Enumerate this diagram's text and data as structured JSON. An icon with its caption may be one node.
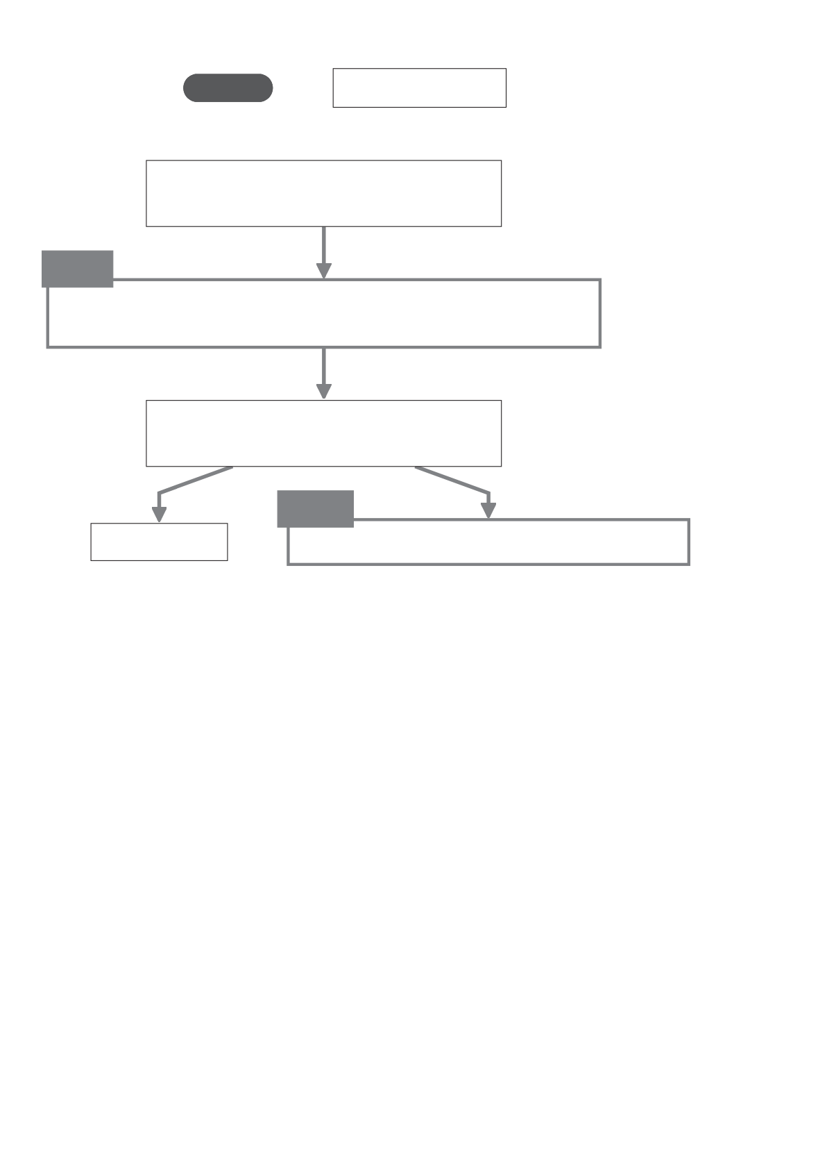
{
  "diagram": {
    "nodes": [
      {
        "text": [],
        "shape": "pill"
      },
      {
        "text": [],
        "shape": "box"
      },
      {
        "text": [],
        "shape": "box"
      },
      {
        "text": [],
        "shape": "box"
      },
      {
        "text": [],
        "shape": "box"
      },
      {
        "text": [],
        "shape": "box"
      },
      {
        "text": [],
        "shape": "box"
      },
      {
        "text": [],
        "shape": "box"
      },
      {
        "text": [],
        "shape": "box"
      }
    ],
    "edges": [
      {
        "from": 2,
        "to": 4,
        "arrow": "to"
      },
      {
        "from": 4,
        "to": 5,
        "arrow": "to"
      },
      {
        "from": 5,
        "to": 6,
        "arrow": "to"
      },
      {
        "from": 5,
        "to": 8,
        "arrow": "to"
      }
    ]
  }
}
